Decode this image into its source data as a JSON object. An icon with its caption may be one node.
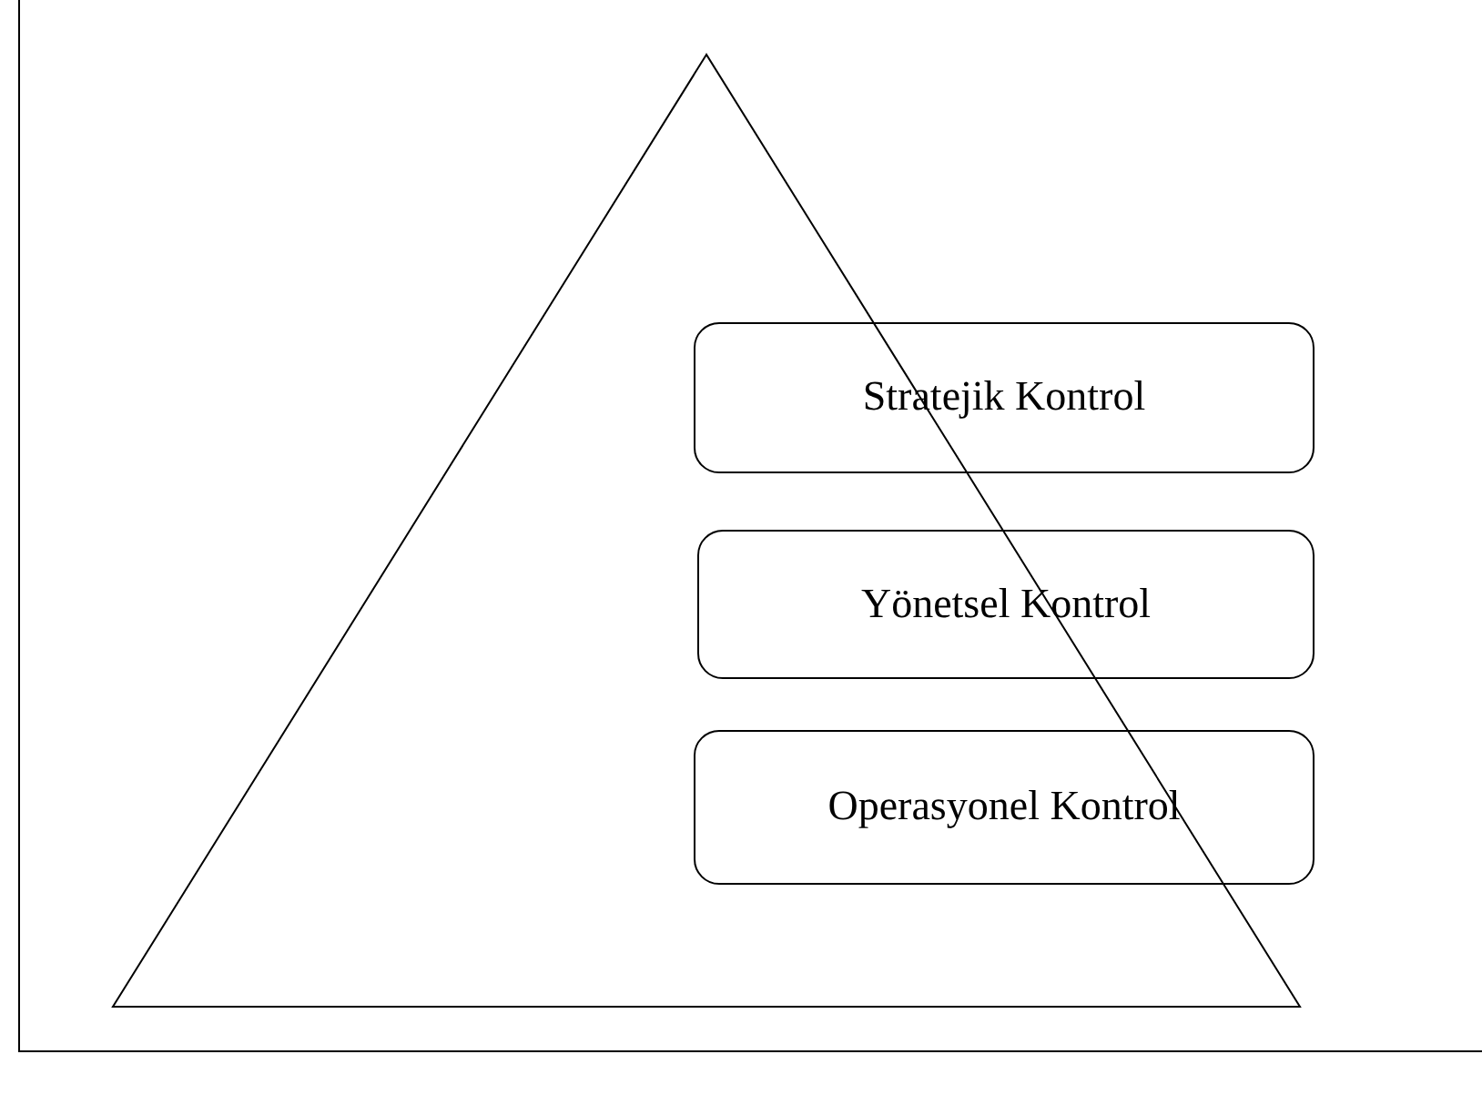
{
  "diagram": {
    "nodes": [
      {
        "text": [
          "Stratejik Kontrol"
        ]
      },
      {
        "text": [
          "Yönetsel Kontrol"
        ]
      },
      {
        "text": [
          "Operasyonel Kontrol"
        ]
      }
    ]
  }
}
